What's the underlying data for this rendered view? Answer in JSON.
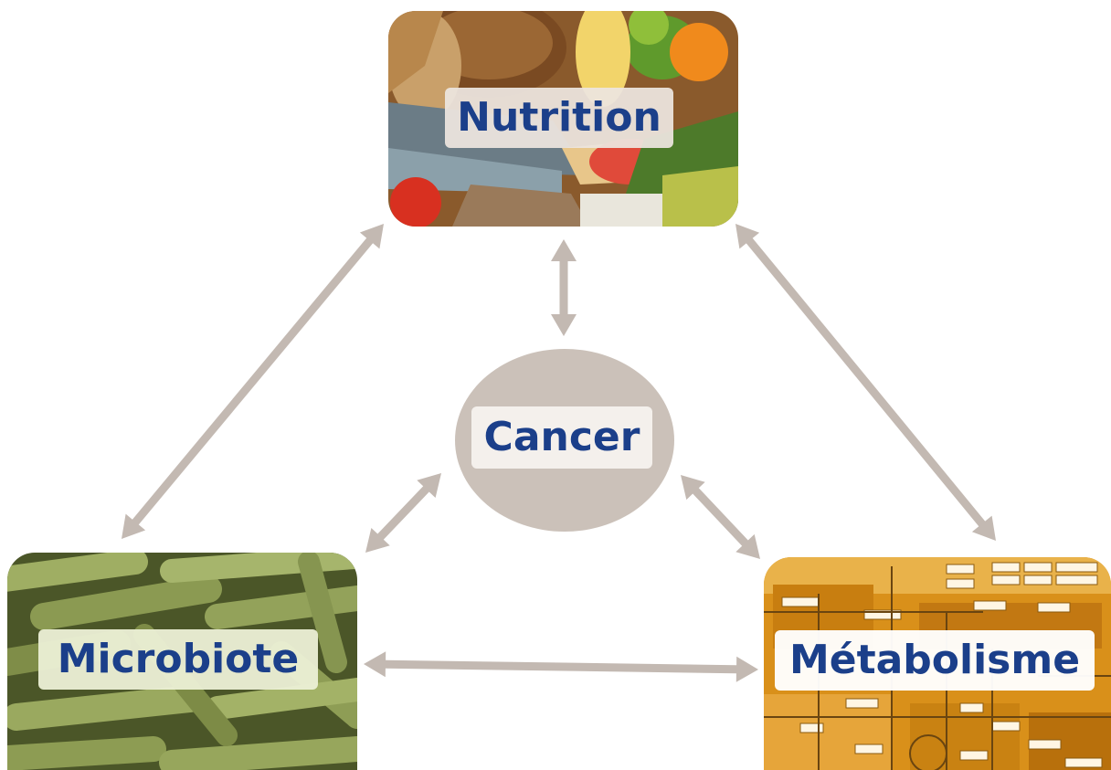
{
  "nodes": {
    "nutrition": {
      "label": "Nutrition"
    },
    "cancer": {
      "label": "Cancer"
    },
    "microbiote": {
      "label": "Microbiote"
    },
    "metabolisme": {
      "label": "Métabolisme"
    }
  },
  "colors": {
    "label_text": "#1b3f8a",
    "arrow": "#c3b9b2",
    "cancer_circle": "#cbc1b9",
    "metabolism_bg": "#d9901a",
    "microbe_bg": "#5c6a34"
  },
  "edges": [
    {
      "from": "nutrition",
      "to": "cancer",
      "direction": "both"
    },
    {
      "from": "nutrition",
      "to": "microbiote",
      "direction": "both"
    },
    {
      "from": "nutrition",
      "to": "metabolisme",
      "direction": "both"
    },
    {
      "from": "microbiote",
      "to": "metabolisme",
      "direction": "both"
    },
    {
      "from": "cancer",
      "to": "microbiote",
      "direction": "both"
    },
    {
      "from": "cancer",
      "to": "metabolisme",
      "direction": "both"
    }
  ]
}
